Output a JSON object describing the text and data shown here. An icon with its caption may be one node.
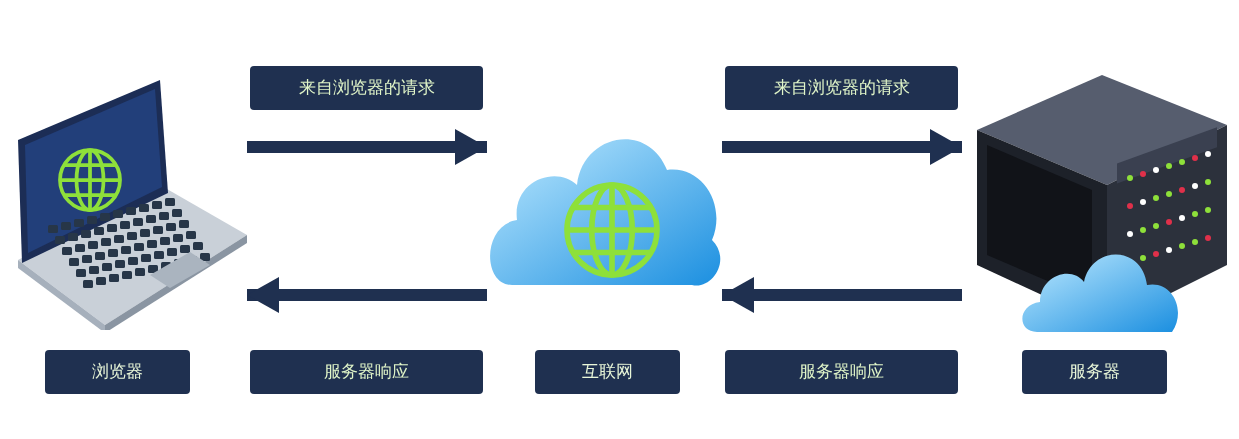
{
  "diagram": {
    "nodes": [
      {
        "text": [
          "浏览器"
        ]
      },
      {
        "text": [
          "互联网"
        ]
      },
      {
        "text": [
          "服务器"
        ]
      }
    ],
    "edges": [
      {
        "from": 0,
        "to": 1,
        "arrow": "to",
        "label": "来自浏览器的请求"
      },
      {
        "from": 1,
        "to": 2,
        "arrow": "to",
        "label": "来自浏览器的请求"
      },
      {
        "from": 2,
        "to": 1,
        "arrow": "to",
        "label": "服务器响应"
      },
      {
        "from": 1,
        "to": 0,
        "arrow": "to",
        "label": "服务器响应"
      }
    ]
  }
}
